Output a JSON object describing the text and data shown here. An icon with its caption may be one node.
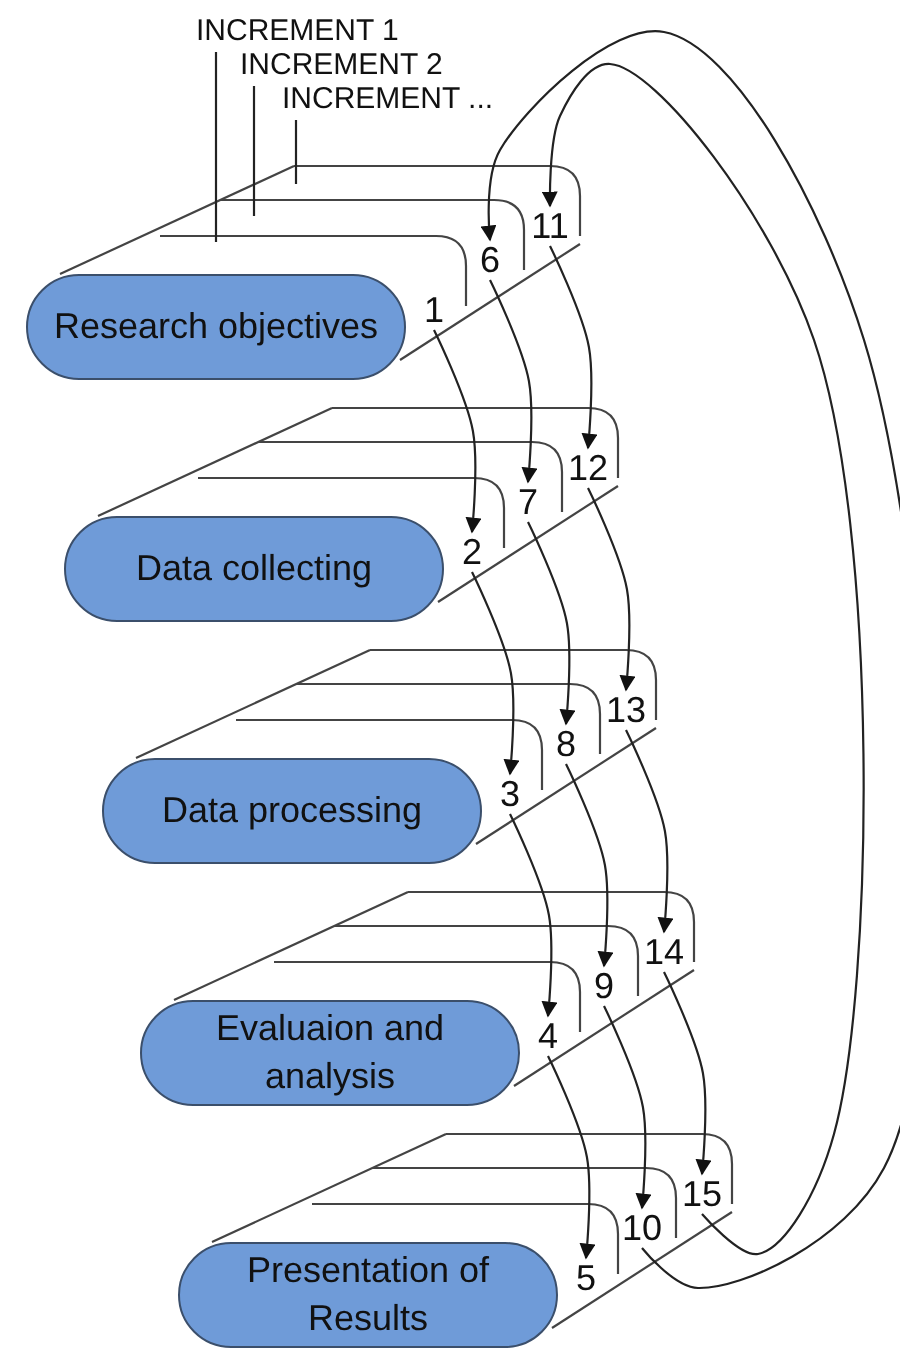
{
  "diagram": {
    "nodes": [
      {
        "text": [
          "INCREMENT 1"
        ]
      },
      {
        "text": [
          "INCREMENT 2"
        ]
      },
      {
        "text": [
          "INCREMENT ..."
        ]
      },
      {
        "text": [
          "Research objectives"
        ]
      },
      {
        "text": [
          "Data collecting"
        ]
      },
      {
        "text": [
          "Data processing"
        ]
      },
      {
        "text": [
          "Evaluaion and analysis"
        ]
      },
      {
        "text": [
          "Presentation of Results"
        ]
      },
      {
        "text": [
          "1"
        ]
      },
      {
        "text": [
          "2"
        ]
      },
      {
        "text": [
          "3"
        ]
      },
      {
        "text": [
          "4"
        ]
      },
      {
        "text": [
          "5"
        ]
      },
      {
        "text": [
          "6"
        ]
      },
      {
        "text": [
          "7"
        ]
      },
      {
        "text": [
          "8"
        ]
      },
      {
        "text": [
          "9"
        ]
      },
      {
        "text": [
          "10"
        ]
      },
      {
        "text": [
          "11"
        ]
      },
      {
        "text": [
          "12"
        ]
      },
      {
        "text": [
          "13"
        ]
      },
      {
        "text": [
          "14"
        ]
      },
      {
        "text": [
          "15"
        ]
      }
    ],
    "edges": [
      {
        "from": 0,
        "to": null,
        "arrow": "none"
      },
      {
        "from": 1,
        "to": null,
        "arrow": "none"
      },
      {
        "from": 2,
        "to": null,
        "arrow": "none"
      },
      {
        "from": 8,
        "to": 9,
        "arrow": "to"
      },
      {
        "from": 9,
        "to": 10,
        "arrow": "to"
      },
      {
        "from": 10,
        "to": 11,
        "arrow": "to"
      },
      {
        "from": 11,
        "to": 12,
        "arrow": "to"
      },
      {
        "from": 13,
        "to": 14,
        "arrow": "to"
      },
      {
        "from": 14,
        "to": 15,
        "arrow": "to"
      },
      {
        "from": 15,
        "to": 16,
        "arrow": "to"
      },
      {
        "from": 16,
        "to": 17,
        "arrow": "to"
      },
      {
        "from": 17,
        "to": 13,
        "arrow": "to"
      },
      {
        "from": 18,
        "to": 19,
        "arrow": "to"
      },
      {
        "from": 19,
        "to": 20,
        "arrow": "to"
      },
      {
        "from": 20,
        "to": 21,
        "arrow": "to"
      },
      {
        "from": 21,
        "to": 22,
        "arrow": "to"
      },
      {
        "from": 22,
        "to": 18,
        "arrow": "to"
      }
    ]
  }
}
